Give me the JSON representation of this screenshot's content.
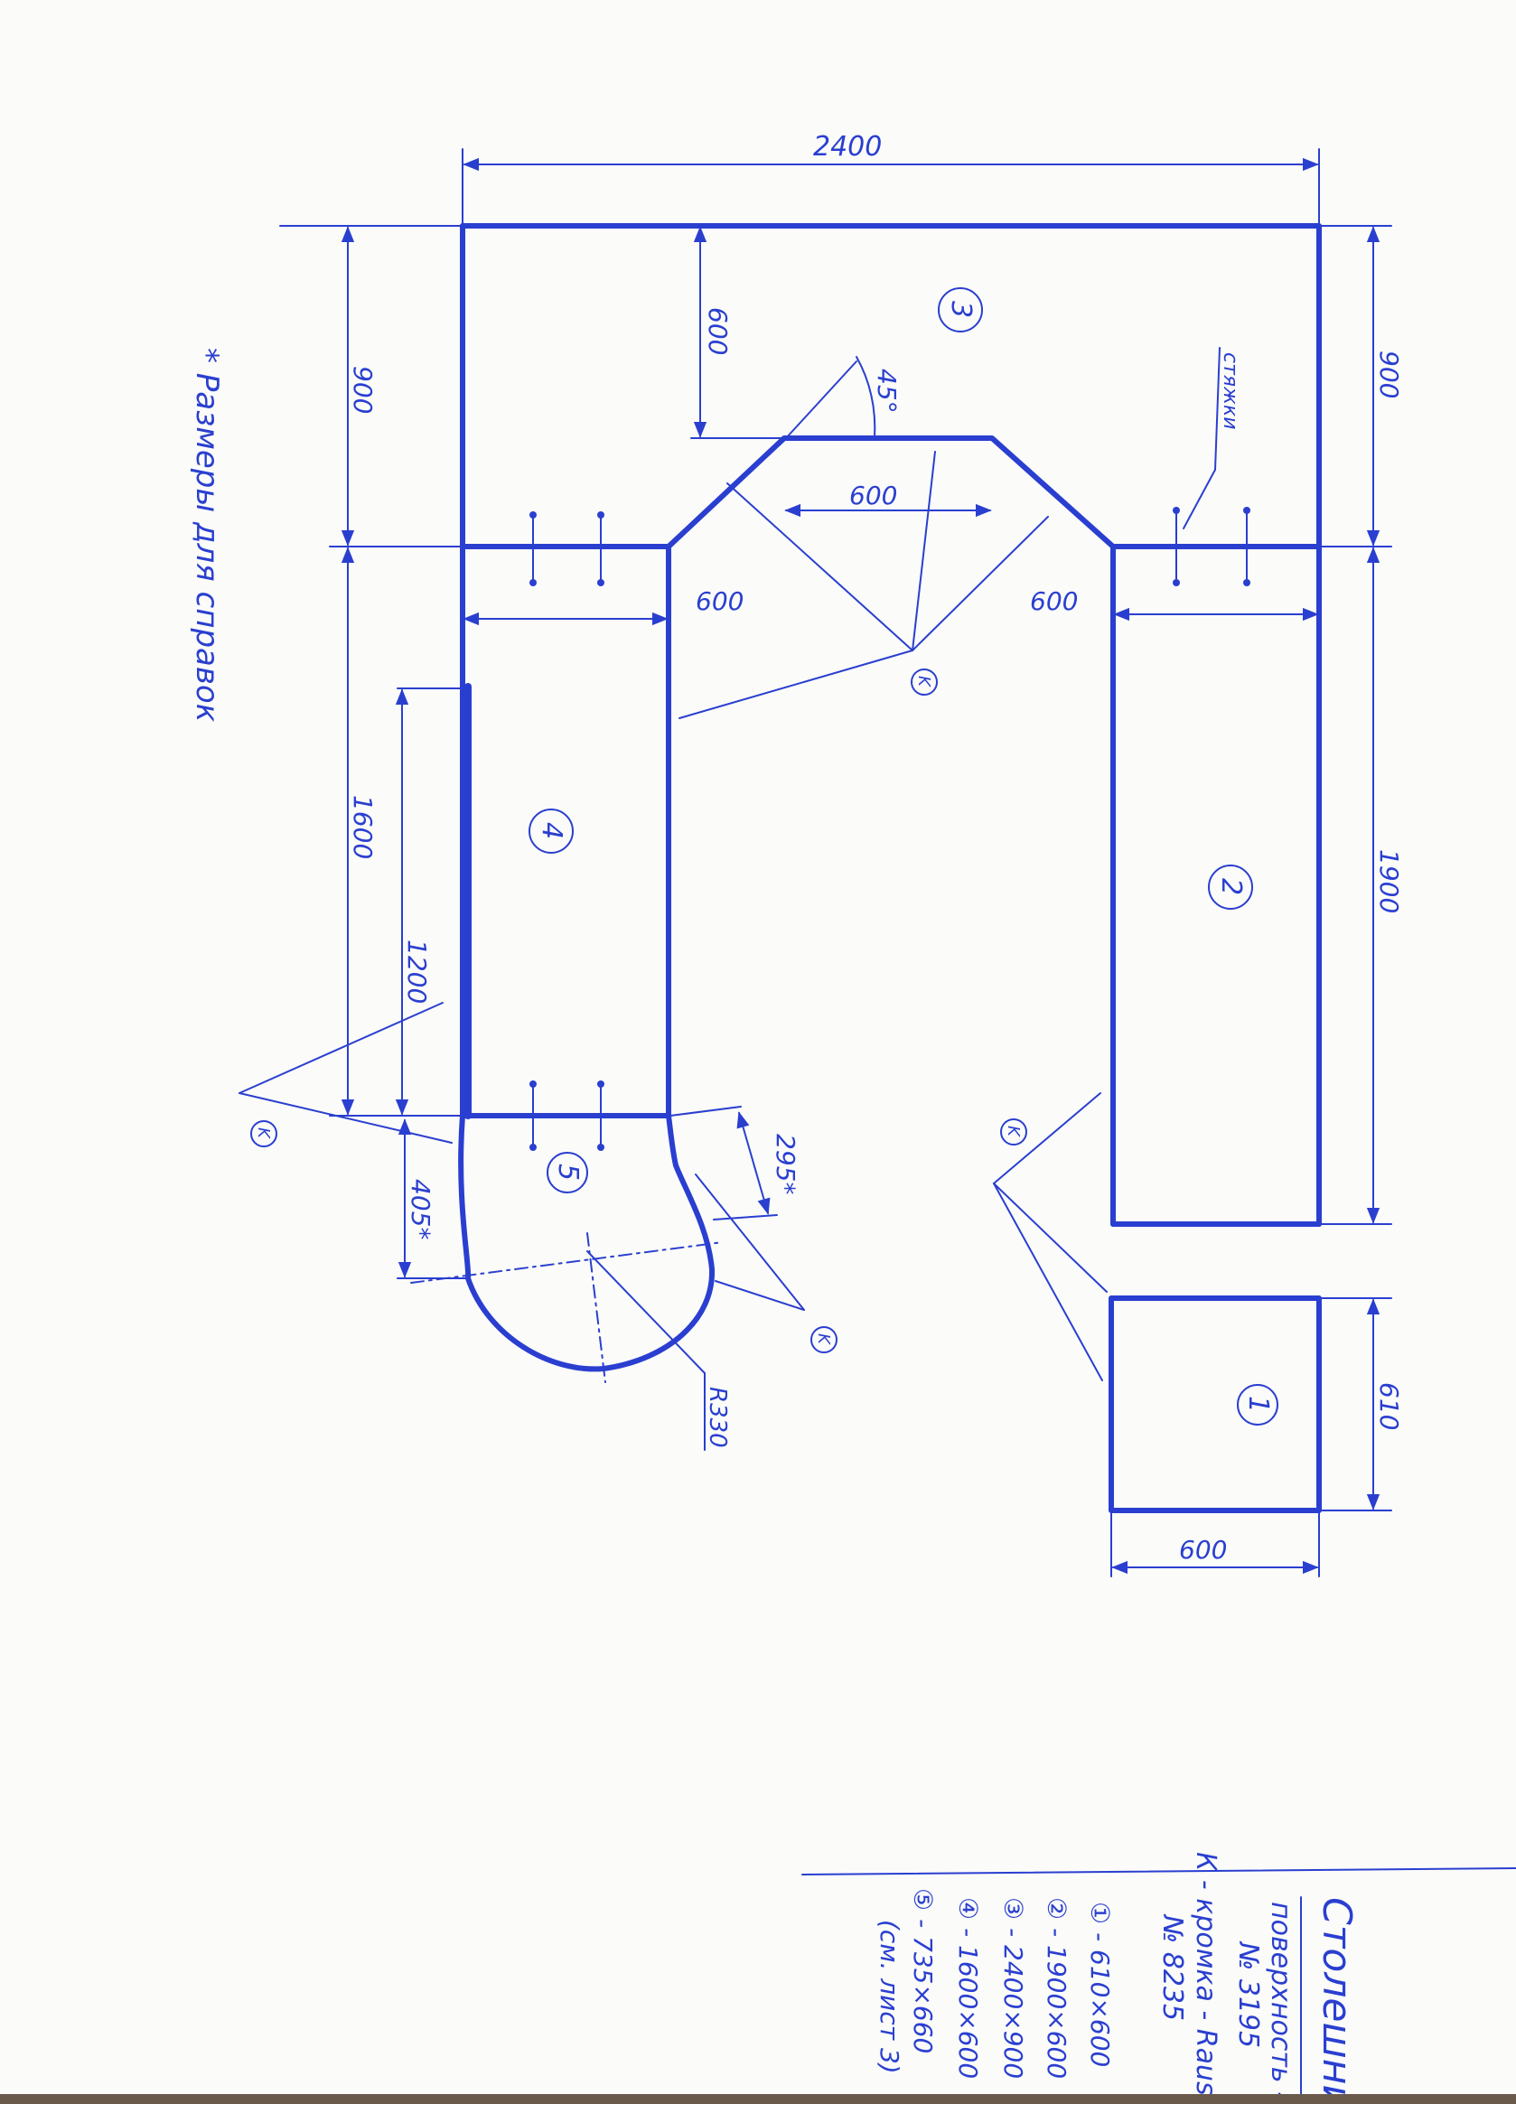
{
  "drawing": {
    "dims": {
      "top_width": "2400",
      "left_depth_top": "900",
      "right_depth_top": "900",
      "inner_depth_top": "600",
      "angle": "45°",
      "inner_width": "600",
      "left_inner_width": "600",
      "right_inner_width": "600",
      "left_length": "1600",
      "left_length_inner": "1200",
      "right_length": "1900",
      "radius": "R330",
      "radius_part_len": "405*",
      "radius_part_len2": "295*",
      "small_depth": "610",
      "small_width": "600"
    },
    "parts": [
      "1",
      "2",
      "3",
      "4",
      "5"
    ],
    "edge_marker": "K",
    "ties_label": "стяжки",
    "reference_note": "* Размеры для справок"
  },
  "legend": {
    "title": "Столешница",
    "surface": "поверхность - HPL",
    "surface_no": "№ 3195",
    "edge": "К - кромка - Rausolid",
    "edge_no": "№ 8235",
    "items": [
      "① - 610×600",
      "② - 1900×600",
      "③ - 2400×900",
      "④ - 1600×600",
      "⑤ - 735×660"
    ],
    "note": "(см. лист 3)"
  },
  "colors": {
    "ink": "#2a3fd0",
    "paper": "#fbfbf9"
  }
}
